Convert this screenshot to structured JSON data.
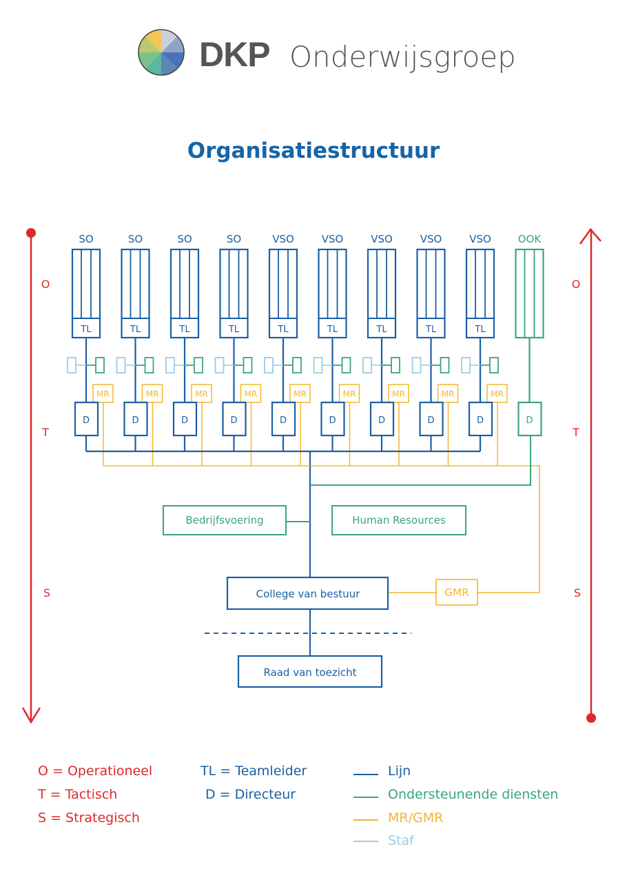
{
  "brand": {
    "logo_icon": "multicolor-circle-logo",
    "name_bold": "DKP",
    "name_light": "Onderwijsgroep"
  },
  "title": "Organisatiestructuur",
  "colors": {
    "lijn": "#1a5fa3",
    "ondersteunend": "#3aa578",
    "mr_gmr": "#f4b62b",
    "staf": "#9ccbe6",
    "levels": "#e02828",
    "title": "#1565a8",
    "brand_text": "#545459"
  },
  "units": [
    {
      "label": "SO",
      "team_label": "TL",
      "director_label": "D",
      "mr_label": "MR",
      "type": "lijn"
    },
    {
      "label": "SO",
      "team_label": "TL",
      "director_label": "D",
      "mr_label": "MR",
      "type": "lijn"
    },
    {
      "label": "SO",
      "team_label": "TL",
      "director_label": "D",
      "mr_label": "MR",
      "type": "lijn"
    },
    {
      "label": "SO",
      "team_label": "TL",
      "director_label": "D",
      "mr_label": "MR",
      "type": "lijn"
    },
    {
      "label": "VSO",
      "team_label": "TL",
      "director_label": "D",
      "mr_label": "MR",
      "type": "lijn"
    },
    {
      "label": "VSO",
      "team_label": "TL",
      "director_label": "D",
      "mr_label": "MR",
      "type": "lijn"
    },
    {
      "label": "VSO",
      "team_label": "TL",
      "director_label": "D",
      "mr_label": "MR",
      "type": "lijn"
    },
    {
      "label": "VSO",
      "team_label": "TL",
      "director_label": "D",
      "mr_label": "MR",
      "type": "lijn"
    },
    {
      "label": "VSO",
      "team_label": "TL",
      "director_label": "D",
      "mr_label": "MR",
      "type": "lijn"
    },
    {
      "label": "OOK",
      "team_label": "",
      "director_label": "D",
      "mr_label": "",
      "type": "ondersteunend"
    }
  ],
  "central": {
    "bedrijfsvoering": "Bedrijfsvoering",
    "human_resources": "Human Resources",
    "college": "College van bestuur",
    "gmr": "GMR",
    "raad": "Raad van toezicht"
  },
  "levels": {
    "left": [
      "O",
      "T",
      "S"
    ],
    "right": [
      "O",
      "T",
      "S"
    ]
  },
  "legend": {
    "levels": [
      "O = Operationeel",
      "T = Tactisch",
      "S = Strategisch"
    ],
    "roles": [
      "TL = Teamleider",
      "D = Directeur"
    ],
    "lines": [
      {
        "label": "Lijn",
        "color_key": "lijn"
      },
      {
        "label": "Ondersteunende diensten",
        "color_key": "ondersteunend"
      },
      {
        "label": "MR/GMR",
        "color_key": "mr_gmr"
      },
      {
        "label": "Staf",
        "color_key": "staf"
      }
    ]
  }
}
